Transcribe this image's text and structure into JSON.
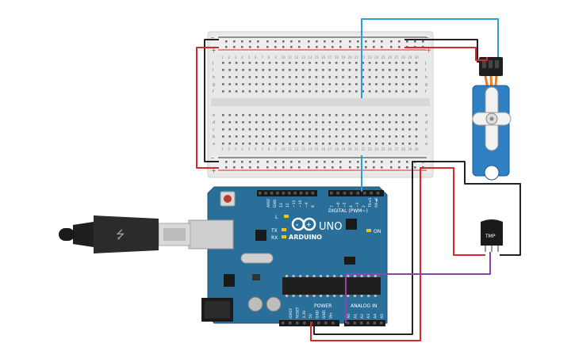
{
  "breadboard": {
    "rows_top": [
      "j",
      "i",
      "h",
      "g",
      "f"
    ],
    "rows_bottom": [
      "e",
      "d",
      "c",
      "b",
      "a"
    ],
    "column_count": 30,
    "rail_minus": "–",
    "rail_plus": "+"
  },
  "arduino": {
    "brand": "ARDUINO",
    "model": "UNO",
    "digital_label": "DIGITAL (PWM~)",
    "power_label": "POWER",
    "analog_label": "ANALOG IN",
    "on_label": "ON",
    "l_label": "L",
    "tx_label": "TX",
    "rx_label": "RX",
    "top_header_labels": [
      "AREF",
      "GND",
      "13",
      "12",
      "~11",
      "~10",
      "~9",
      "8",
      "7",
      "~6",
      "~5",
      "4",
      "~3",
      "2",
      "TX➔1",
      "RX◄0"
    ],
    "power_pins": [
      "IOREF",
      "RESET",
      "3.3V",
      "5V",
      "GND",
      "GND",
      "Vin"
    ],
    "analog_pins": [
      "A0",
      "A1",
      "A2",
      "A3",
      "A4",
      "A5"
    ]
  },
  "sensor": {
    "label": "TMP"
  },
  "colors": {
    "wire_red": "#d9282a",
    "wire_black": "#222222",
    "wire_blue": "#2a9fd6",
    "wire_purple": "#8e44ad",
    "board_blue": "#2a6f9a",
    "servo_blue": "#2e7fc4",
    "breadboard": "#e8e8e8"
  }
}
